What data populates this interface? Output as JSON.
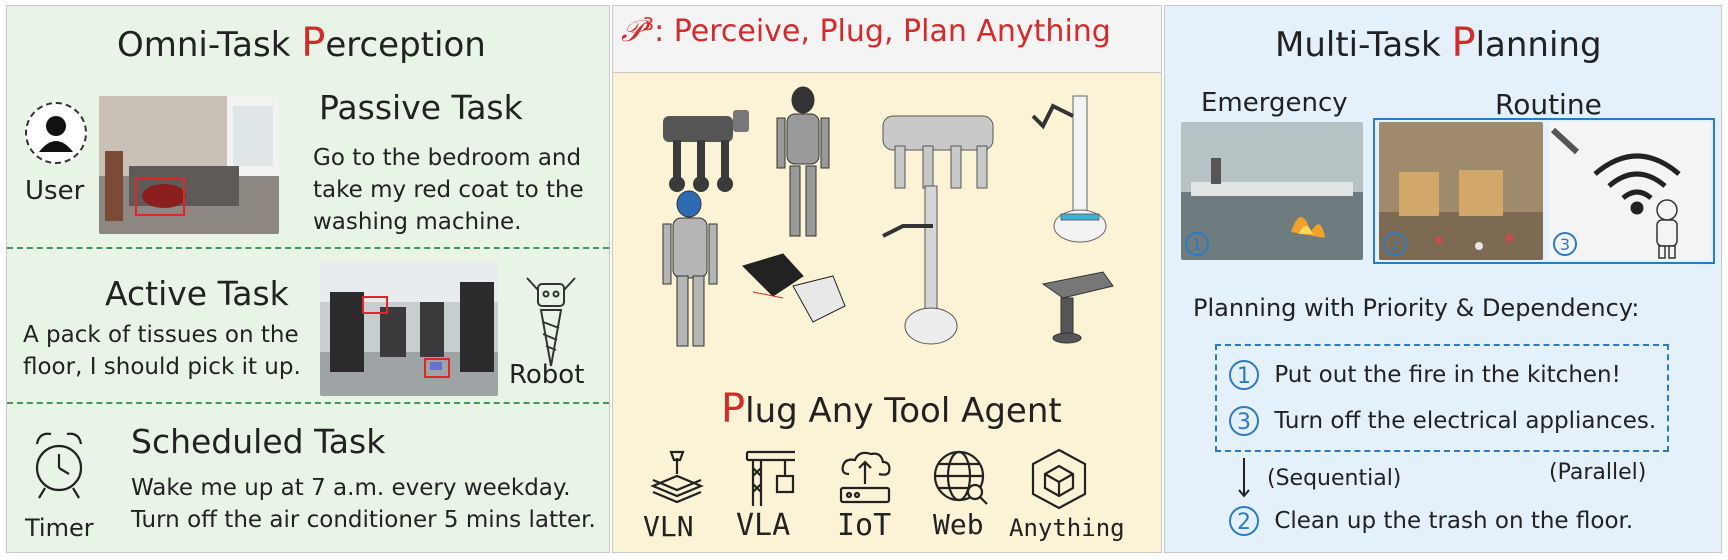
{
  "left": {
    "title_prefix": "Omni-Task ",
    "title_letter": "P",
    "title_rest": "erception",
    "passive": {
      "heading": "Passive Task",
      "lines": [
        "Go to the bedroom and",
        "take my red coat to the",
        "washing machine."
      ],
      "actor": "User"
    },
    "active": {
      "heading": "Active Task",
      "lines": [
        "A pack of tissues on the",
        "floor, I should pick it up."
      ],
      "actor": "Robot"
    },
    "scheduled": {
      "heading": "Scheduled Task",
      "lines": [
        "Wake me up at 7 a.m. every weekday.",
        "Turn off the air conditioner 5 mins latter."
      ],
      "actor": "Timer"
    }
  },
  "middle": {
    "title_symbol": "𝒫",
    "title_sup": "3",
    "title_rest": ": Perceive, Plug, Plan Anything",
    "plug_letter": "P",
    "plug_rest": "lug Any Tool Agent",
    "tools": [
      {
        "label": "VLN",
        "icon": "stacked-layers-pin-icon"
      },
      {
        "label": "VLA",
        "icon": "crane-arm-icon"
      },
      {
        "label": "IoT",
        "icon": "cloud-router-icon"
      },
      {
        "label": "Web",
        "icon": "globe-search-icon"
      },
      {
        "label": "Anything",
        "icon": "cube-hexagon-icon"
      }
    ]
  },
  "right": {
    "title_prefix": "Multi-Task ",
    "title_letter": "P",
    "title_rest": "lanning",
    "emergency_label": "Emergency",
    "routine_label": "Routine",
    "scene_numbers": [
      "1",
      "2",
      "3"
    ],
    "planning_heading": "Planning with Priority & Dependency:",
    "steps": [
      {
        "num": "1",
        "text": "Put out the fire in the kitchen!"
      },
      {
        "num": "3",
        "text": "Turn off the electrical appliances."
      },
      {
        "num": "2",
        "text": "Clean up the trash on the floor."
      }
    ],
    "sequential_label": "(Sequential)",
    "parallel_label": "(Parallel)"
  },
  "colors": {
    "accent_red": "#d42a2a",
    "accent_blue": "#2b7ac4",
    "dash_green": "#3e9a54",
    "left_bg": "#e8f5e6",
    "middle_bg": "#fbf3d6",
    "right_bg": "#e4f1fb"
  }
}
